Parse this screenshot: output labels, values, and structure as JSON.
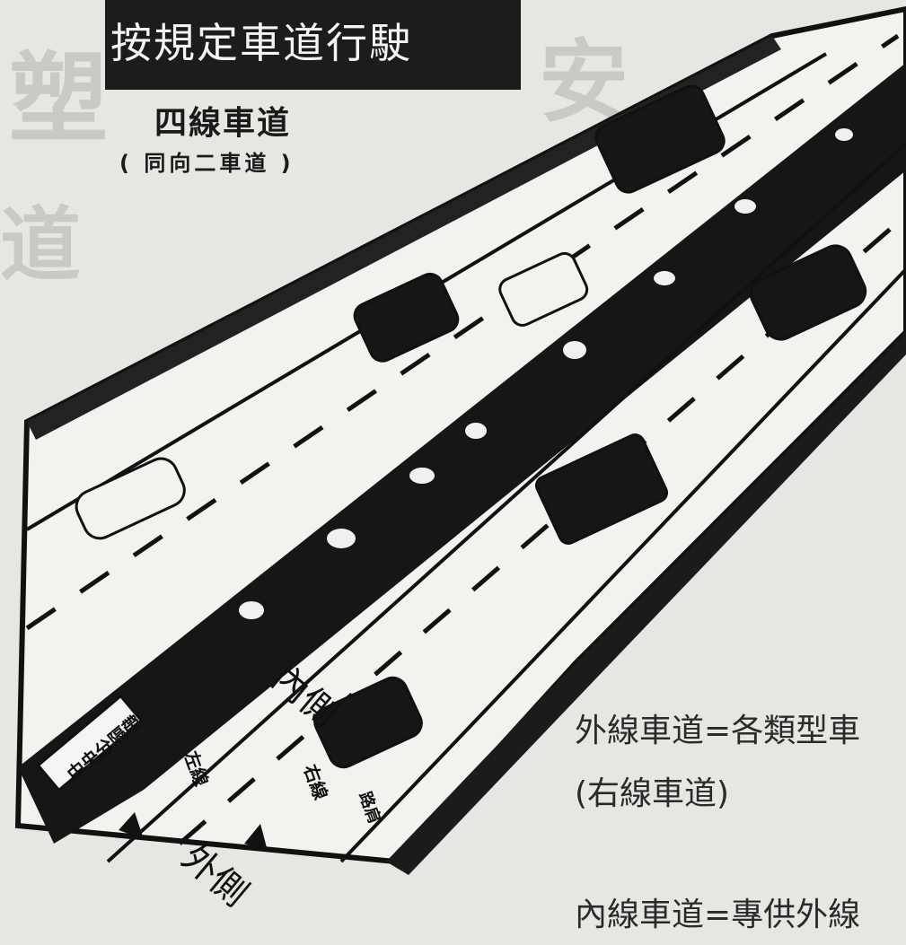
{
  "title": "按規定車道行駛",
  "subtitle": "四線車道",
  "subtitle_note": "( 同向二車道 )",
  "road_labels": {
    "median": "中央分隔帶",
    "inner_side": "內側",
    "outer_side": "外側",
    "left_lane": "左線",
    "right_lane": "右線",
    "shoulder": "路肩"
  },
  "captions": {
    "outer_lane": "外線車道=各類型車",
    "outer_lane_note": "(右線車道)",
    "inner_lane": "內線車道=專供外線"
  },
  "colors": {
    "ink": "#1a1a1a",
    "paper": "#e6e6e3",
    "road": "#f2f2ef",
    "title_bg": "#1c1c1c"
  }
}
